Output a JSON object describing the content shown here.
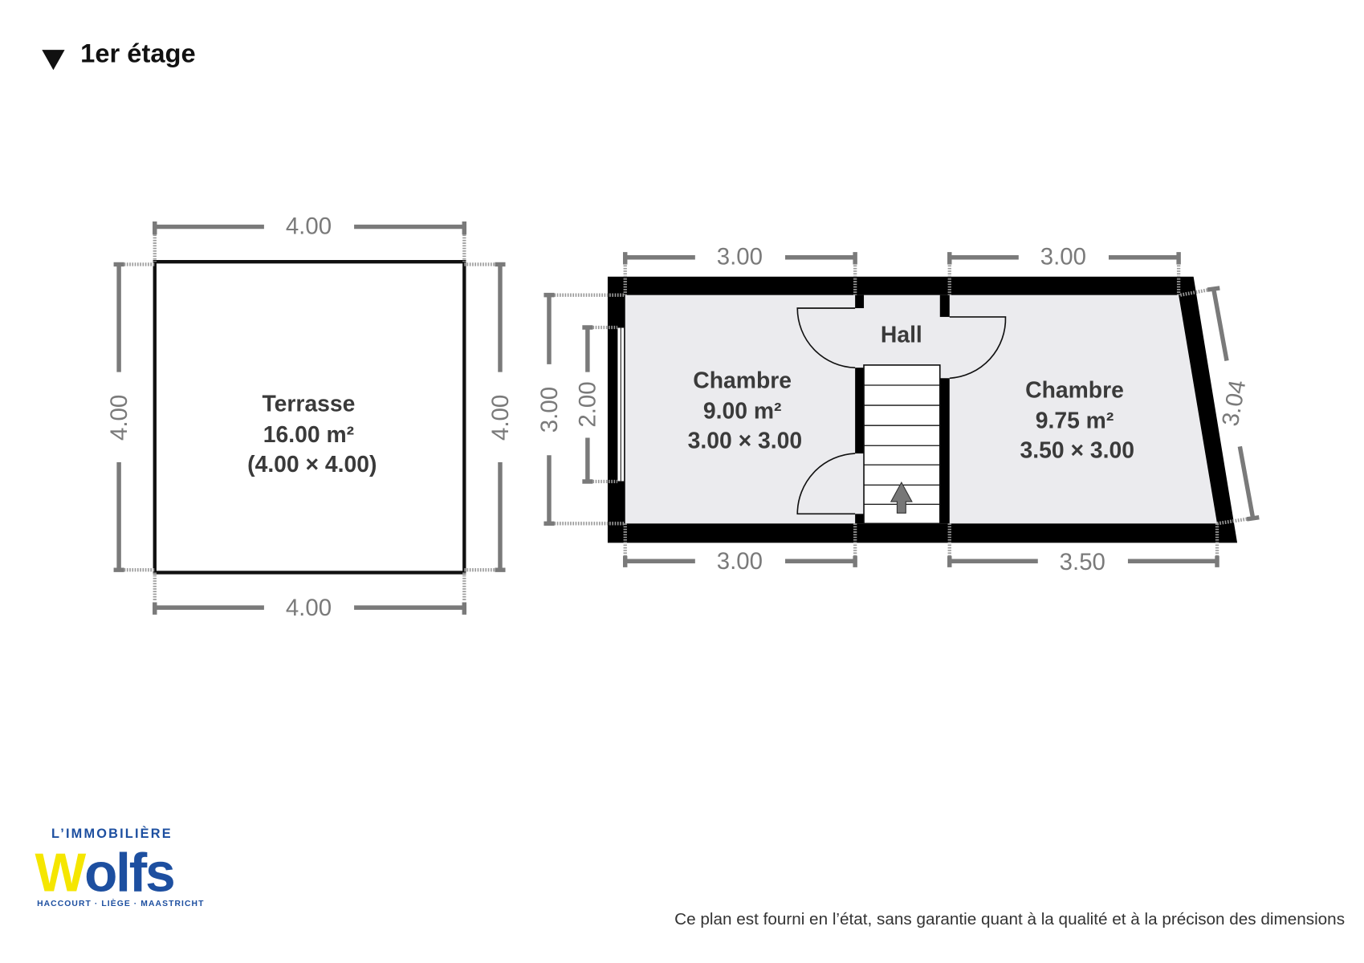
{
  "floor": {
    "title": "1er étage",
    "icon": "triangle-down-icon"
  },
  "terrace": {
    "name": "Terrasse",
    "area": "16.00 m²",
    "size": "(4.00 × 4.00)",
    "dims": {
      "top": "4.00",
      "bottom": "4.00",
      "left": "4.00",
      "right": "4.00"
    }
  },
  "rooms": [
    {
      "name": "Chambre",
      "area": "9.00 m²",
      "size": "3.00 × 3.00"
    },
    {
      "name": "Hall"
    },
    {
      "name": "Chambre",
      "area": "9.75 m²",
      "size": "3.50 × 3.00"
    }
  ],
  "building_dims": {
    "top_left": "3.00",
    "top_right": "3.00",
    "bottom_left": "3.00",
    "bottom_right": "3.50",
    "left_outer": "3.00",
    "window": "2.00",
    "right_diagonal": "3.04"
  },
  "logo": {
    "top": "L’IMMOBILIÈRE",
    "brand_first": "W",
    "brand_rest": "olfs",
    "bottom": "HACCOURT · LIÈGE · MAASTRICHT",
    "colors": {
      "yellow": "#f5e600",
      "blue": "#1d4fa0"
    }
  },
  "disclaimer": "Ce plan est fourni en l’état, sans garantie quant à la qualité et à la précison des dimensions"
}
